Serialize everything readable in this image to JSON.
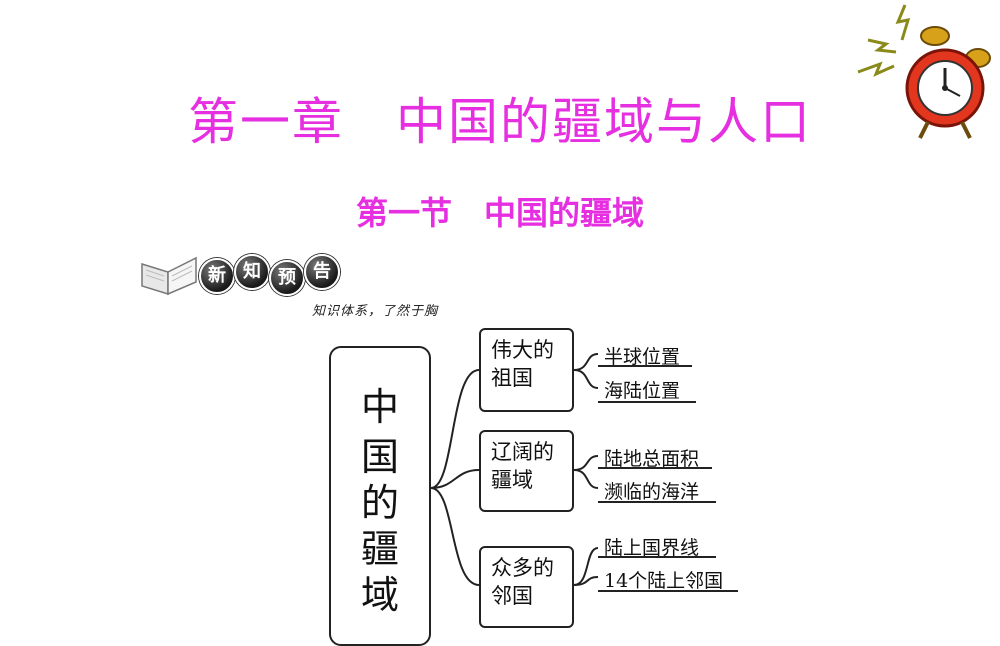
{
  "slide": {
    "chapter_title": "第一章　中国的疆域与人口",
    "section_title": "第一节　中国的疆域"
  },
  "header": {
    "badge_chars": [
      "新",
      "知",
      "预",
      "告"
    ],
    "tagline": "知识体系，了然于胸",
    "clock_icon": "alarm-clock-icon",
    "book_icon": "open-book-icon"
  },
  "mindmap": {
    "root_chars": [
      "中",
      "国",
      "的",
      "疆",
      "域"
    ],
    "branches": [
      {
        "line1": "伟大的",
        "line2": "祖国",
        "leaves": [
          "半球位置",
          "海陆位置"
        ]
      },
      {
        "line1": "辽阔的",
        "line2": "疆域",
        "leaves": [
          "陆地总面积",
          "濒临的海洋"
        ]
      },
      {
        "line1": "众多的",
        "line2": "邻国",
        "leaves": [
          "陆上国界线",
          "14个陆上邻国"
        ]
      }
    ]
  },
  "colors": {
    "title": "#e62fe0",
    "ink": "#111111"
  }
}
